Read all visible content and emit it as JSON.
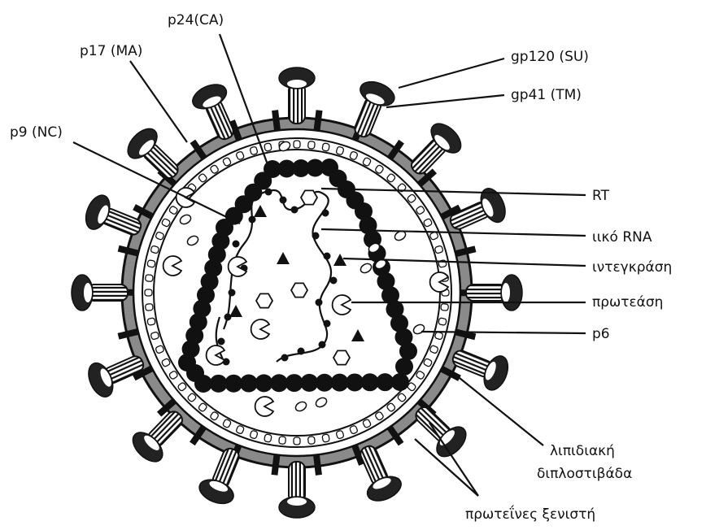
{
  "labels": {
    "p24": "p24(CA)",
    "p17": "p17 (MA)",
    "p9": "p9 (NC)",
    "gp120": "gp120 (SU)",
    "gp41": "gp41 (TM)",
    "rt": "RT",
    "rna": "ιικό RNA",
    "integrase": "ιντεγκράση",
    "protease": "πρωτεάση",
    "p6": "p6",
    "lipid_line1": "λιπιδιακή",
    "lipid_line2": "διπλοστιβάδα",
    "host_proteins": "πρωτεΐνες ξενιστή"
  },
  "colors": {
    "ink": "#111111",
    "paper": "#ffffff",
    "shade": "#555555"
  }
}
